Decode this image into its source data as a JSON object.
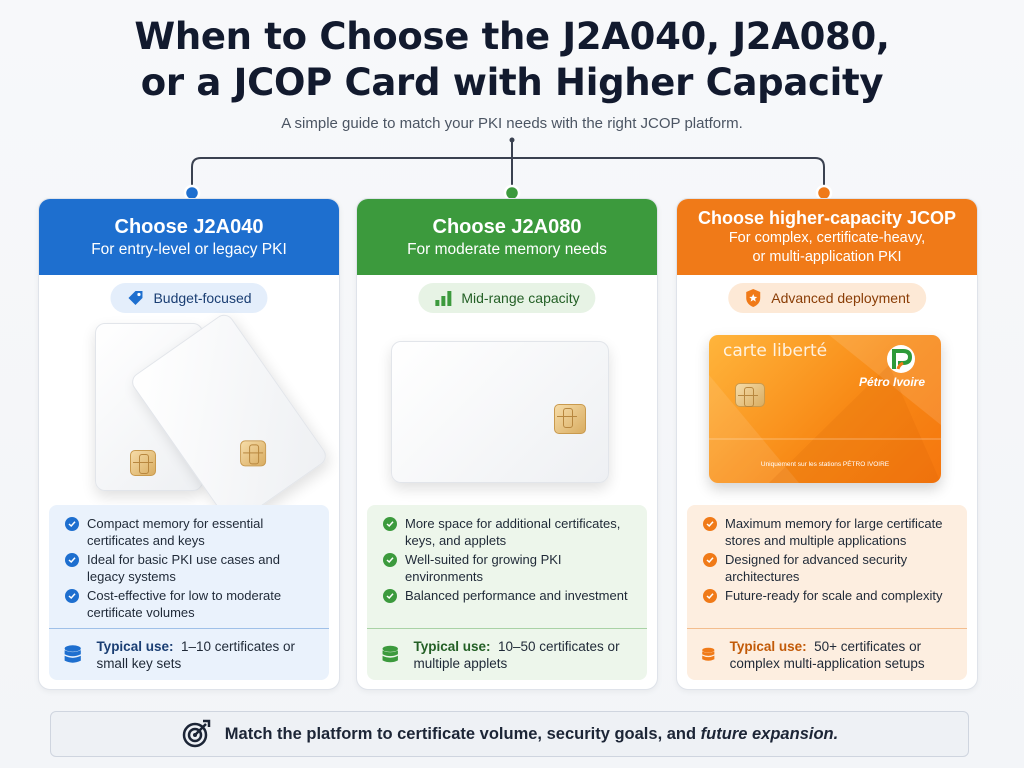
{
  "header": {
    "title_line1": "When to Choose the J2A040, J2A080,",
    "title_line2": "or a JCOP Card with Higher Capacity",
    "subtitle": "A simple guide to match your PKI needs with the right JCOP platform."
  },
  "colors": {
    "blue": "#1e6fcf",
    "green": "#3c9a3d",
    "orange": "#f07a18"
  },
  "columns": [
    {
      "heading": "Choose J2A040",
      "subheading": "For entry-level or legacy PKI",
      "badge_icon": "tag-icon",
      "badge": "Budget-focused",
      "bullets": [
        "Compact memory for essential certificates and keys",
        "Ideal for basic PKI use cases and legacy systems",
        "Cost-effective for low to moderate certificate volumes"
      ],
      "typical_label": "Typical use:",
      "typical_value": "1–10 certificates or small key sets"
    },
    {
      "heading": "Choose J2A080",
      "subheading": "For moderate memory needs",
      "badge_icon": "bar-chart-icon",
      "badge": "Mid-range capacity",
      "bullets": [
        "More space for additional certificates, keys, and applets",
        "Well-suited for growing PKI environments",
        "Balanced performance and investment"
      ],
      "typical_label": "Typical use:",
      "typical_value": "10–50 certificates or multiple applets"
    },
    {
      "heading": "Choose higher-capacity JCOP",
      "subheading": "For complex, certificate-heavy, or multi-application PKI",
      "badge_icon": "shield-star-icon",
      "badge": "Advanced deployment",
      "card_brand": "carte liberté",
      "card_logo_text": "Pétro Ivoire",
      "card_footer": "Uniquement sur les stations PÉTRO IVOIRE",
      "bullets": [
        "Maximum memory for large certificate stores and multiple applications",
        "Designed for advanced security architectures",
        "Future-ready for scale and complexity"
      ],
      "typical_label": "Typical use:",
      "typical_value": "50+ certificates or complex multi-application setups"
    }
  ],
  "footer": {
    "text_main": "Match the platform to certificate volume, security goals, and",
    "text_italic": "future expansion."
  }
}
